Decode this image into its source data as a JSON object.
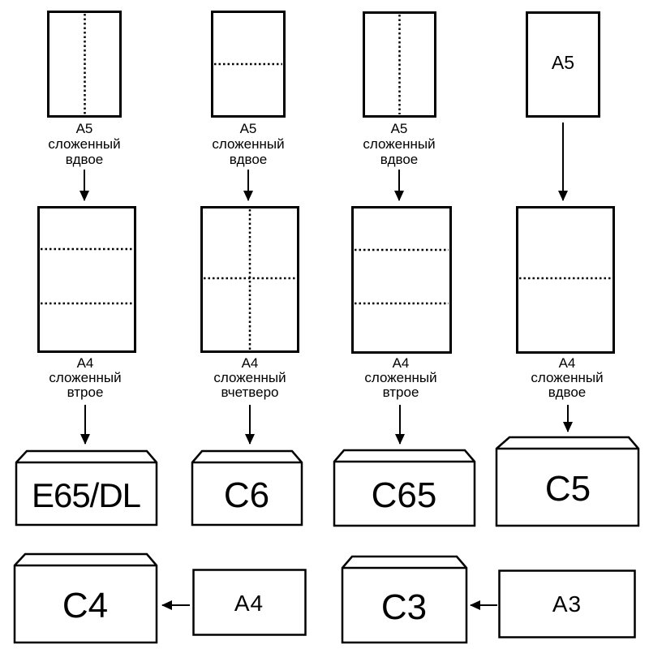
{
  "colors": {
    "highlight_fill": "#FAA6A4",
    "stroke": "#000000",
    "paper_fill": "#FFFFFF"
  },
  "columns": {
    "col1": {
      "a5_caption": [
        "A5",
        "сложенный",
        "вдвое"
      ],
      "a4_caption": [
        "A4",
        "сложенный",
        "втрое"
      ],
      "envelope_label": "E65/DL"
    },
    "col2": {
      "a5_caption": [
        "A5",
        "сложенный",
        "вдвое"
      ],
      "a4_caption": [
        "A4",
        "сложенный",
        "вчетверо"
      ],
      "envelope_label": "C6"
    },
    "col3": {
      "a5_caption": [
        "A5",
        "сложенный",
        "вдвое"
      ],
      "a4_caption": [
        "A4",
        "сложенный",
        "втрое"
      ],
      "envelope_label": "C65"
    },
    "col4": {
      "a5_inner_label": "A5",
      "a4_caption": [
        "A4",
        "сложенный",
        "вдвое"
      ],
      "envelope_label": "C5"
    }
  },
  "bottom_row": {
    "left": {
      "envelope_label": "C4",
      "sheet_label": "A4"
    },
    "right": {
      "envelope_label": "C3",
      "sheet_label": "A3"
    }
  }
}
